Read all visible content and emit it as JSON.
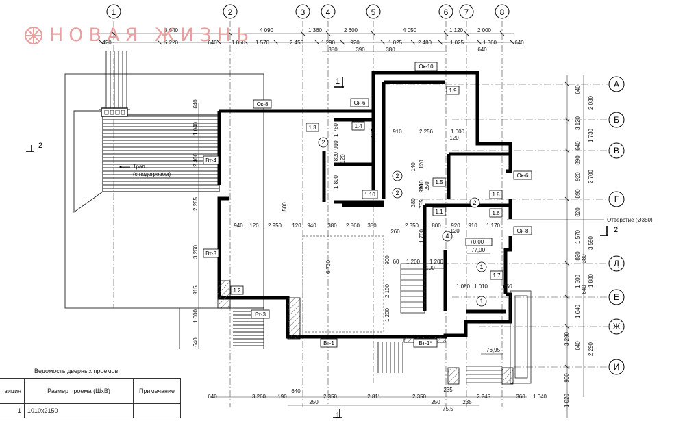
{
  "logo": {
    "brand": "НОВАЯ ЖИЗНЬ",
    "mark_icon": "ornament-icon",
    "color": "#e8a0a0"
  },
  "plan": {
    "axes_top": [
      "1",
      "2",
      "3",
      "4",
      "5",
      "6",
      "7",
      "8"
    ],
    "axes_right": [
      "А",
      "Б",
      "В",
      "Г",
      "Д",
      "Е",
      "Ж",
      "И"
    ],
    "dims_top_row1": [
      "6 640",
      "4 090",
      "1 360",
      "2 600",
      "4 050",
      "1 120",
      "2 000"
    ],
    "dims_top_row2": [
      "420",
      "5 220",
      "640",
      "1 050",
      "1 570",
      "2 450",
      "1 290",
      "920",
      "1 025",
      "2 480",
      "1 025",
      "1 360",
      "640"
    ],
    "dims_top_row3": [
      "380",
      "390",
      "380",
      "640"
    ],
    "dims_right_col1": [
      "640",
      "2 030",
      "3 120",
      "1 730",
      "2 700",
      "3 590",
      "1 880",
      "3 290",
      "2 290",
      "1 020"
    ],
    "dims_right_col2": [
      "640",
      "890",
      "920",
      "890",
      "820",
      "1 570",
      "820",
      "380",
      "1 500",
      "640",
      "1 640",
      "640",
      "960"
    ],
    "dims_left": [
      "640",
      "1 040",
      "2 400",
      "2 285",
      "3 260",
      "915",
      "1 000",
      "640"
    ],
    "dims_bottom_row1": [
      "640",
      "3 260",
      "190",
      "640",
      "2 350",
      "2 811",
      "2 350",
      "235",
      "2 245",
      "360",
      "1 640"
    ],
    "dims_bottom_row2": [
      "250",
      "250",
      "235"
    ],
    "dims_interior": [
      "1 760",
      "910",
      "1 820",
      "1 800",
      "120",
      "500",
      "6 730",
      "2 100",
      "1 200",
      "900",
      "60",
      "1 200",
      "1 200",
      "100",
      "1 080",
      "1 010",
      "650",
      "1 700",
      "755",
      "380",
      "920",
      "910",
      "250",
      "245",
      "910",
      "2 256",
      "1 000",
      "120",
      "140",
      "120",
      "940",
      "120",
      "2 950",
      "120",
      "940",
      "380",
      "2 860",
      "380",
      "2 350",
      "800",
      "920",
      "910",
      "1 170",
      "260",
      "120"
    ],
    "window_tags": [
      "Ок-10",
      "Ок-8",
      "Ок-6",
      "Ок-6",
      "Ок-8"
    ],
    "door_tags": [
      "Вт-4",
      "Вт-3",
      "Вт-3",
      "Вт-1",
      "Вт-1*"
    ],
    "room_tags": [
      "1.9",
      "1.3",
      "1.4",
      "1.10",
      "1.5",
      "1.8",
      "1.1",
      "1.6",
      "1.7",
      "1.2"
    ],
    "circle_marks": [
      "2",
      "2",
      "2",
      "2",
      "4",
      "1",
      "1"
    ],
    "section_marks": [
      "1",
      "1",
      "2",
      "2"
    ],
    "ramp_label_1": "Трап",
    "ramp_label_2": "(с подогревом)",
    "hole_label": "Отверстие (Ø350)",
    "level_main": "+0,00",
    "level_1": "77,00",
    "level_2": "76,95",
    "level_3": "75,5",
    "line_color": "#000000",
    "hatch_color": "#555555"
  },
  "door_schedule": {
    "title": "Ведомость дверных проемов",
    "headers": [
      "зиция",
      "Размер проема (ШхВ)",
      "Примечание"
    ],
    "rows": [
      [
        "1",
        "1010х2150",
        ""
      ]
    ]
  }
}
